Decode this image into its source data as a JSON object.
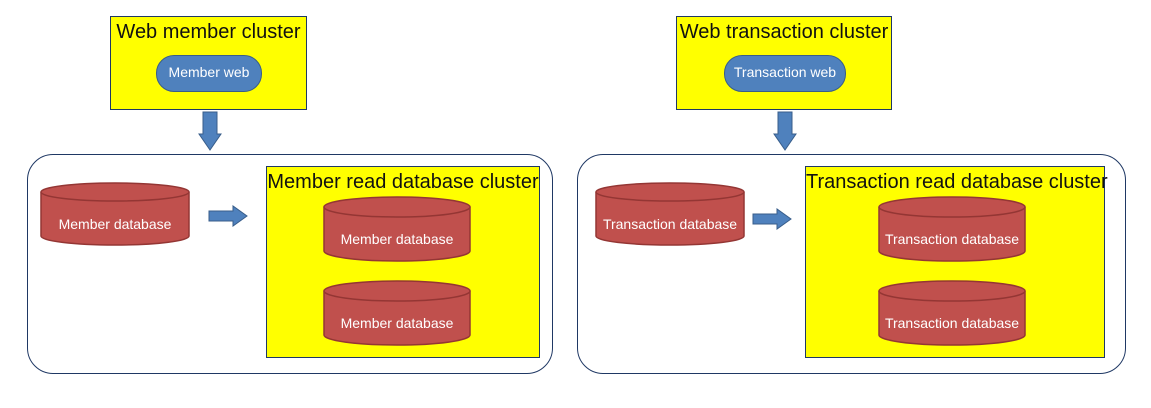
{
  "colors": {
    "cluster_fill": "#ffff00",
    "border": "#1f3864",
    "pill_fill": "#4f81bd",
    "db_fill": "#c0504d",
    "db_stroke": "#943634",
    "arrow_fill": "#4f81bd"
  },
  "icons": {
    "database": "database-cylinder-icon",
    "arrow_down": "arrow-down-icon",
    "arrow_right": "arrow-right-icon"
  },
  "member": {
    "web_cluster": {
      "title": "Web member cluster",
      "node": "Member web"
    },
    "source_db": "Member database",
    "read_cluster": {
      "title": "Member read database cluster",
      "databases": [
        "Member database",
        "Member database"
      ]
    }
  },
  "transaction": {
    "web_cluster": {
      "title": "Web transaction cluster",
      "node": "Transaction web"
    },
    "source_db": "Transaction database",
    "read_cluster": {
      "title": "Transaction read database cluster",
      "databases": [
        "Transaction database",
        "Transaction database"
      ]
    }
  }
}
